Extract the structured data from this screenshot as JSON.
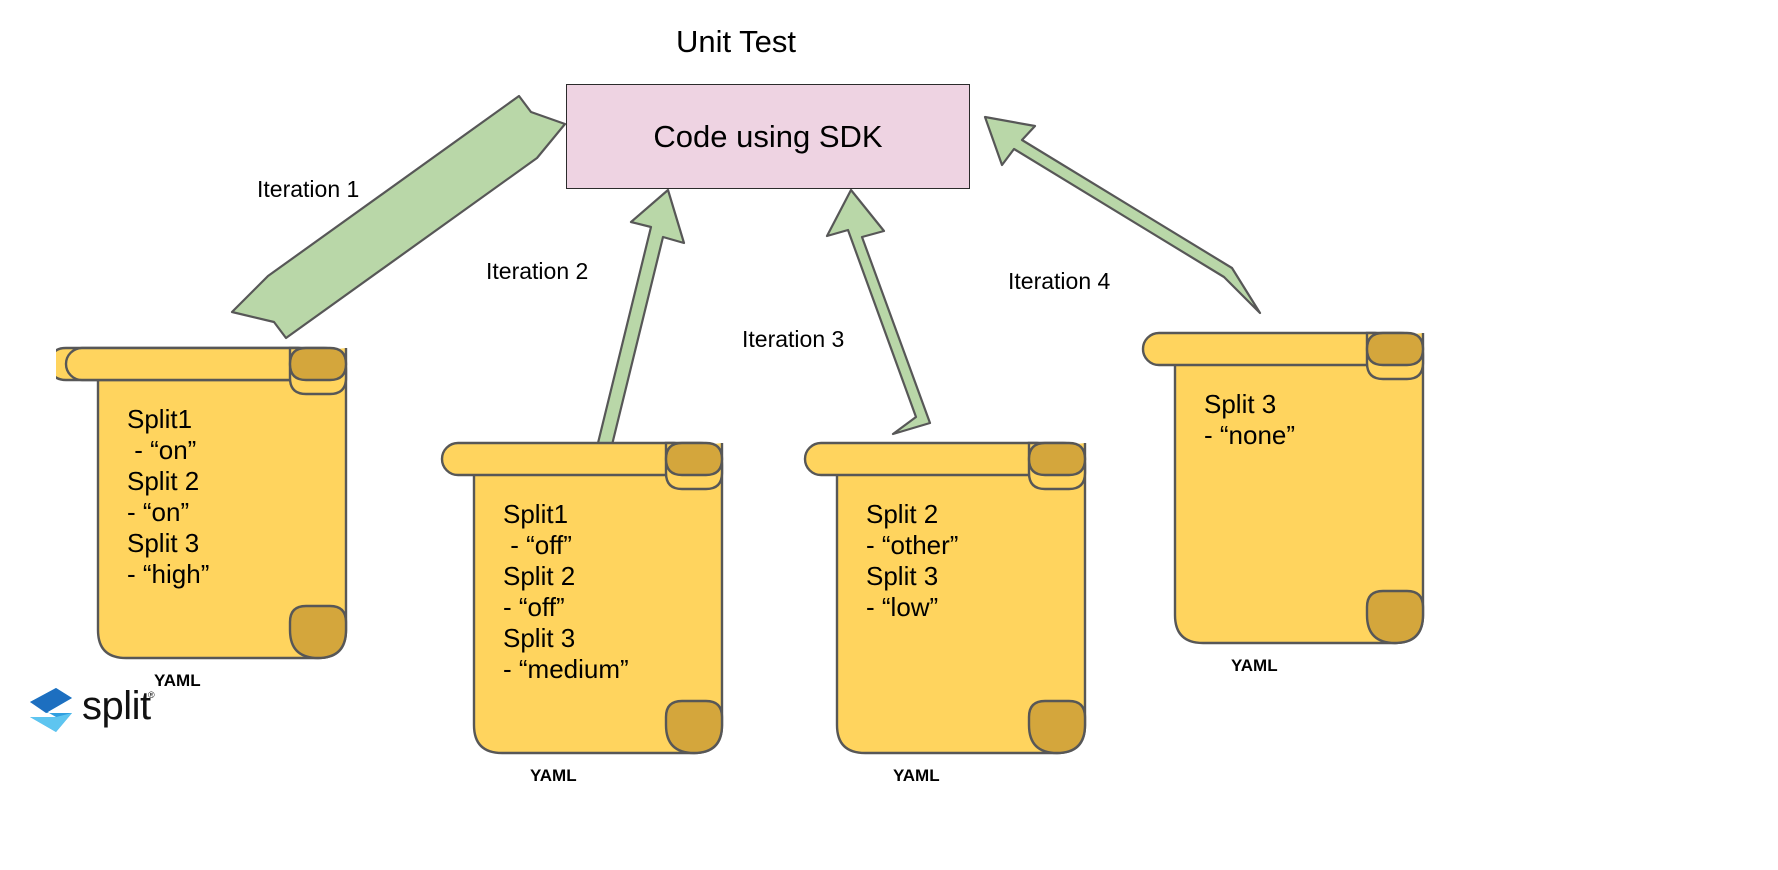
{
  "diagram": {
    "title": "Unit Test",
    "central_node": {
      "label": "Code using SDK",
      "fill": "#eed3e2",
      "stroke": "#2b2b2b"
    },
    "arrow_style": {
      "fill": "#b9d7a8",
      "stroke": "#575757"
    },
    "scroll_style": {
      "fill": "#ffd45e",
      "curl_fill": "#d4a63c",
      "stroke": "#575757"
    },
    "iterations": [
      {
        "label": "Iteration 1"
      },
      {
        "label": "Iteration 2"
      },
      {
        "label": "Iteration 3"
      },
      {
        "label": "Iteration 4"
      }
    ],
    "yaml_documents": [
      {
        "header": "YAML",
        "lines": "Split1\n - “on”\nSplit 2\n- “on”\nSplit 3\n- “high”"
      },
      {
        "header": "YAML",
        "lines": "Split1\n - “off”\nSplit 2\n- “off”\nSplit 3\n- “medium”"
      },
      {
        "header": "YAML",
        "lines": "Split 2\n- “other”\nSplit 3\n- “low”"
      },
      {
        "header": "YAML",
        "lines": "Split 3\n- “none”"
      }
    ]
  },
  "branding": {
    "wordmark": "split",
    "trademark": "®",
    "colors": {
      "light": "#5ec5f0",
      "mid": "#2f9fe0",
      "dark": "#1d6fc0"
    }
  }
}
